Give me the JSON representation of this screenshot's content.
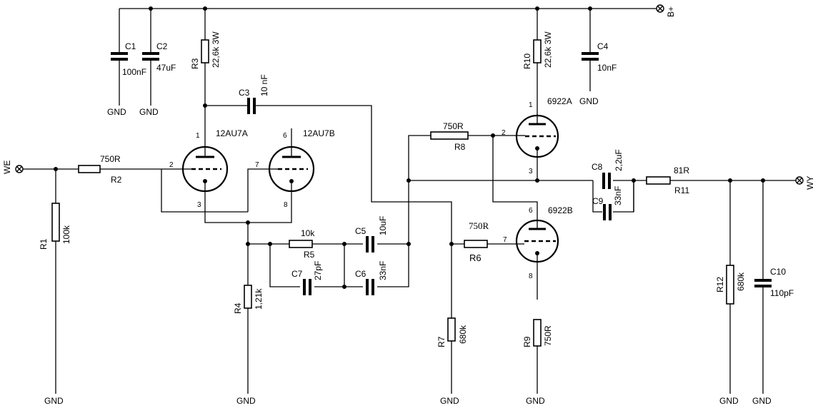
{
  "nets": {
    "bplus": "B+",
    "input": "WE",
    "output": "WY",
    "gnd": "GND"
  },
  "capacitors": {
    "c1": {
      "ref": "C1",
      "value": "100nF"
    },
    "c2": {
      "ref": "C2",
      "value": "47uF"
    },
    "c3": {
      "ref": "C3",
      "value": "10 nF"
    },
    "c4": {
      "ref": "C4",
      "value": "10nF"
    },
    "c5": {
      "ref": "C5",
      "value": "10uF"
    },
    "c6": {
      "ref": "C6",
      "value": "33nF"
    },
    "c7": {
      "ref": "C7",
      "value": "27pF"
    },
    "c8": {
      "ref": "C8",
      "value": "2,2uF"
    },
    "c9": {
      "ref": "C9",
      "value": "33nF"
    },
    "c10": {
      "ref": "C10",
      "value": "110pF"
    }
  },
  "resistors": {
    "r1": {
      "ref": "R1",
      "value": "100k"
    },
    "r2": {
      "ref": "R2",
      "value": "750R"
    },
    "r3": {
      "ref": "R3",
      "value": "22,6k 3W"
    },
    "r4": {
      "ref": "R4",
      "value": "1,21k"
    },
    "r5": {
      "ref": "R5",
      "value": "10k"
    },
    "r6": {
      "ref": "R6",
      "value": "750R"
    },
    "r7": {
      "ref": "R7",
      "value": "680k"
    },
    "r8": {
      "ref": "R8",
      "value": "750R"
    },
    "r9": {
      "ref": "R9",
      "value": "750R"
    },
    "r10": {
      "ref": "R10",
      "value": "22,6k 3W"
    },
    "r11": {
      "ref": "R11",
      "value": "81R"
    },
    "r12": {
      "ref": "R12",
      "value": "680k"
    }
  },
  "tubes": {
    "v1a": {
      "ref": "12AU7A",
      "pins": [
        "1",
        "2",
        "3"
      ]
    },
    "v1b": {
      "ref": "12AU7B",
      "pins": [
        "6",
        "7",
        "8"
      ]
    },
    "v2a": {
      "ref": "6922A",
      "pins": [
        "1",
        "2",
        "3"
      ]
    },
    "v2b": {
      "ref": "6922B",
      "pins": [
        "6",
        "7",
        "8"
      ]
    }
  }
}
